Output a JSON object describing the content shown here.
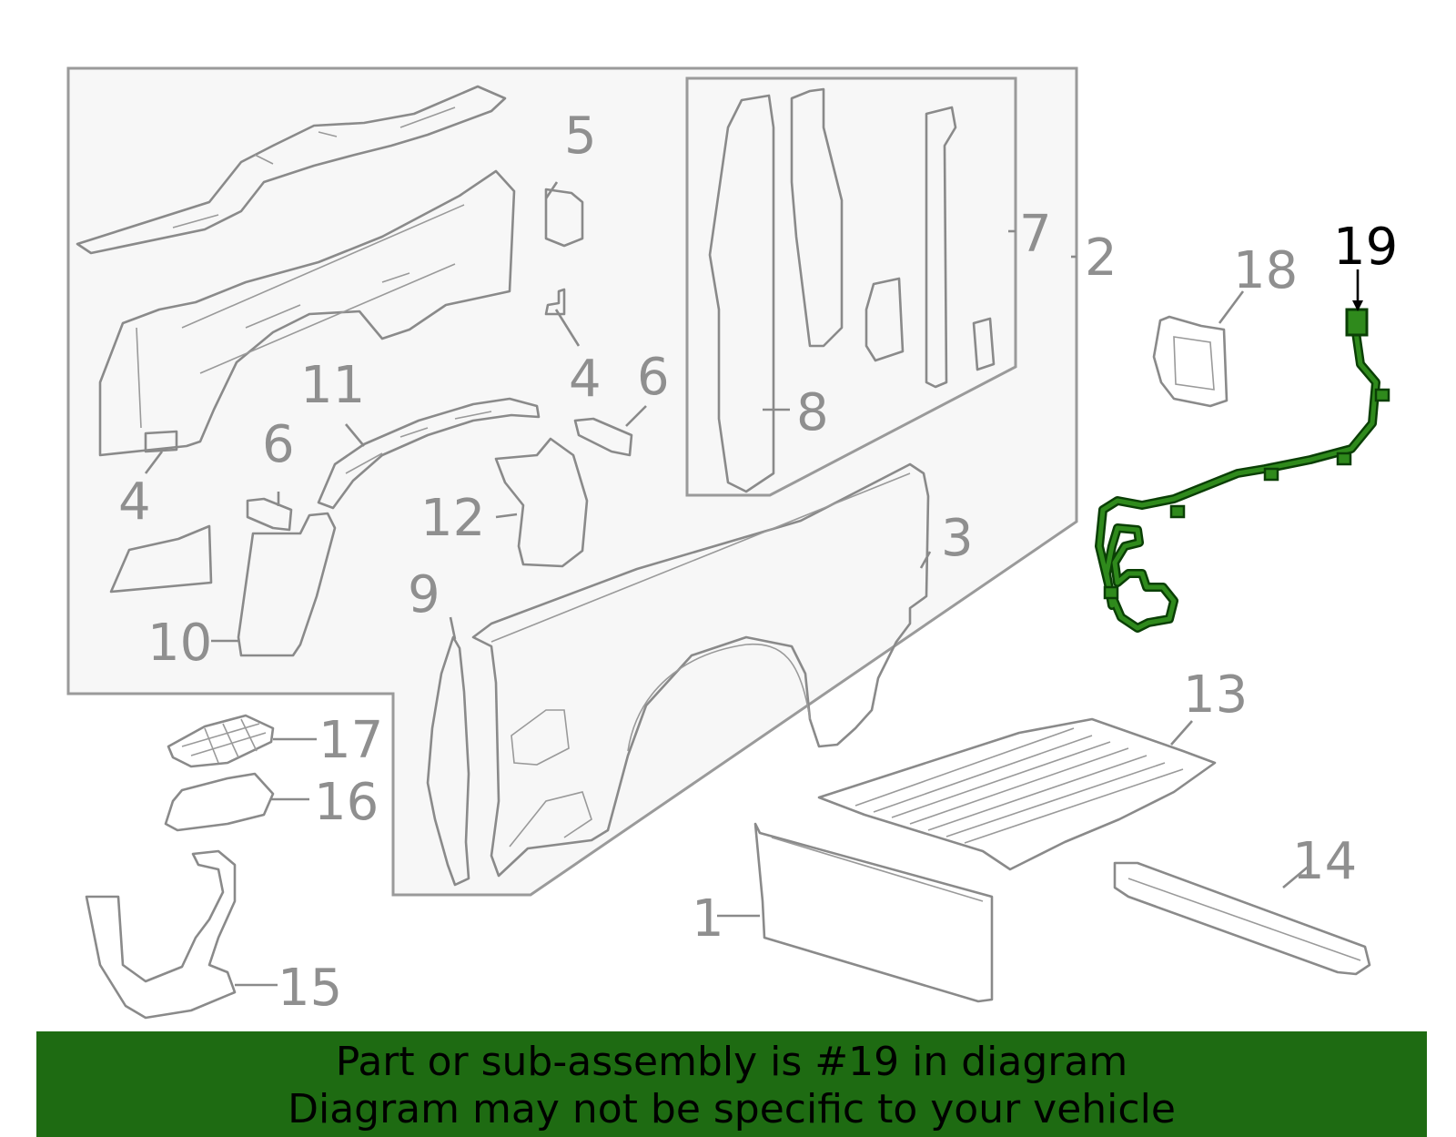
{
  "callouts": {
    "c1": "1",
    "c2": "2",
    "c3": "3",
    "c4a": "4",
    "c4b": "4",
    "c5": "5",
    "c6a": "6",
    "c6b": "6",
    "c7": "7",
    "c8": "8",
    "c9": "9",
    "c10": "10",
    "c11": "11",
    "c12": "12",
    "c13": "13",
    "c14": "14",
    "c15": "15",
    "c16": "16",
    "c17": "17",
    "c18": "18",
    "c19": "19"
  },
  "highlighted_part": "19",
  "colors": {
    "highlight": "#1e6b12",
    "line": "#8a8a8a",
    "panel": "#f7f7f7"
  },
  "banner": {
    "line1": "Part or sub-assembly is #19 in diagram",
    "line2": "Diagram may not be specific to your vehicle"
  }
}
